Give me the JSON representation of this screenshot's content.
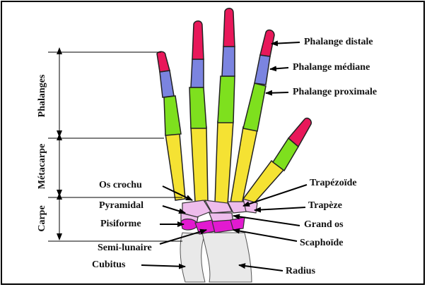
{
  "colors": {
    "distal": "#e8185a",
    "medial": "#7b84e0",
    "proximal": "#7ee01e",
    "metacarpal": "#f5e233",
    "carpal": "#eebcec",
    "pisiform": "#e21ad0",
    "forearm": "#e9e9e9",
    "outline": "#222222"
  },
  "labels": {
    "phalange_distale": "Phalange distale",
    "phalange_mediane": "Phalange médiane",
    "phalange_proximale": "Phalange proximale",
    "trapezoide": "Trapézoïde",
    "trapeze": "Trapèze",
    "grand_os": "Grand os",
    "scaphoide": "Scaphoïde",
    "radius": "Radius",
    "os_crochu": "Os crochu",
    "pyramidal": "Pyramidal",
    "pisiforme": "Pisiforme",
    "semi_lunaire": "Semi-lunaire",
    "cubitus": "Cubitus"
  },
  "regions": {
    "phalanges": "Phalanges",
    "metacarpe": "Métacarpe",
    "carpe": "Carpe"
  }
}
